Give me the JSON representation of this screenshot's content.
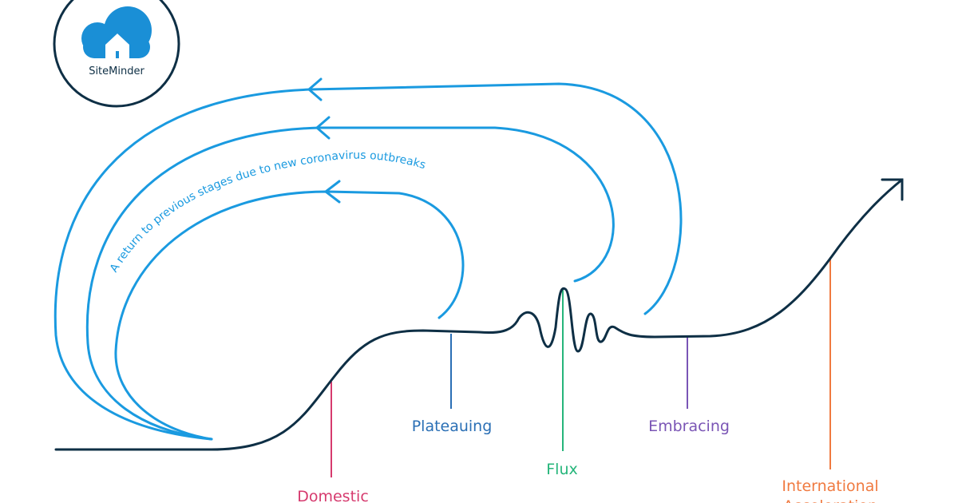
{
  "logo": {
    "text": "SiteMinder",
    "color": "#1a8fd6"
  },
  "annotation": "A return to previous stages due to new coronavirus outbreaks",
  "stages": [
    {
      "label": "Domestic",
      "color": "#d63a6e"
    },
    {
      "label": "Plateauing",
      "color": "#2a6fb5"
    },
    {
      "label": "Flux",
      "color": "#25b57a"
    },
    {
      "label": "Embracing",
      "color": "#7a55b5"
    },
    {
      "label": "International",
      "label2": "Acceleration",
      "color": "#f07a40"
    }
  ],
  "colors": {
    "curve": "#0e2f45",
    "loops": "#1a9ae0"
  }
}
